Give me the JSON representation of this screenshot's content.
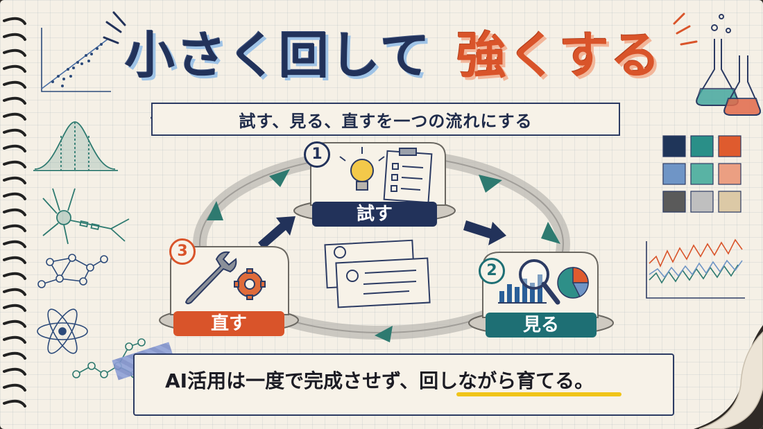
{
  "title": {
    "part1": "小さく回して",
    "part2": "強くする"
  },
  "subtitle": "試す、見る、直すを一つの流れにする",
  "steps": [
    {
      "number": "1",
      "label": "試す"
    },
    {
      "number": "2",
      "label": "見る"
    },
    {
      "number": "3",
      "label": "直す"
    }
  ],
  "footer": {
    "text_before": "AI活用は一度で完成させず、",
    "text_highlight": "回しながら育てる",
    "text_after": "。"
  },
  "colors": {
    "navy": "#22325a",
    "orange": "#d9542a",
    "teal": "#1e6f74",
    "highlight": "#f0c419"
  }
}
